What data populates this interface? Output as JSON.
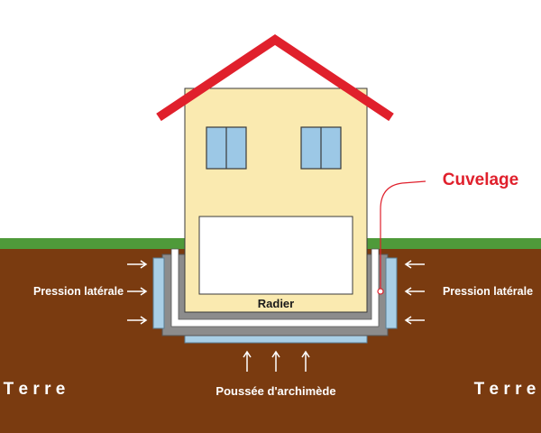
{
  "labels": {
    "cuvelage": "Cuvelage",
    "pression_gauche": "Pression latérale",
    "pression_droite": "Pression latérale",
    "radier": "Radier",
    "poussee": "Poussée d'archimède",
    "terre_gauche": "T e r r e",
    "terre_droite": "T e r r e"
  },
  "colors": {
    "soil": "#7a3b10",
    "grass": "#4f9a3a",
    "wall": "#faeab0",
    "roof": "#e0202c",
    "window": "#9cc8e6",
    "waterproof_layer": "#a9cfe6",
    "concrete": "#8c8c8c",
    "accent": "#e0202c"
  }
}
